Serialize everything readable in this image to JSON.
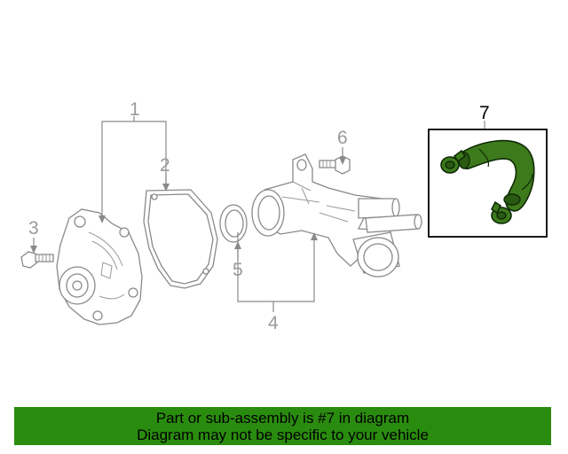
{
  "callouts": {
    "c1": "1",
    "c2": "2",
    "c3": "3",
    "c4": "4",
    "c5": "5",
    "c6": "6",
    "c7": "7"
  },
  "highlight_color": "#3d7a1c",
  "footer": {
    "line1": "Part or sub-assembly is #7 in diagram",
    "line2": "Diagram may not be specific to your vehicle",
    "background": "#2a8c0f"
  }
}
